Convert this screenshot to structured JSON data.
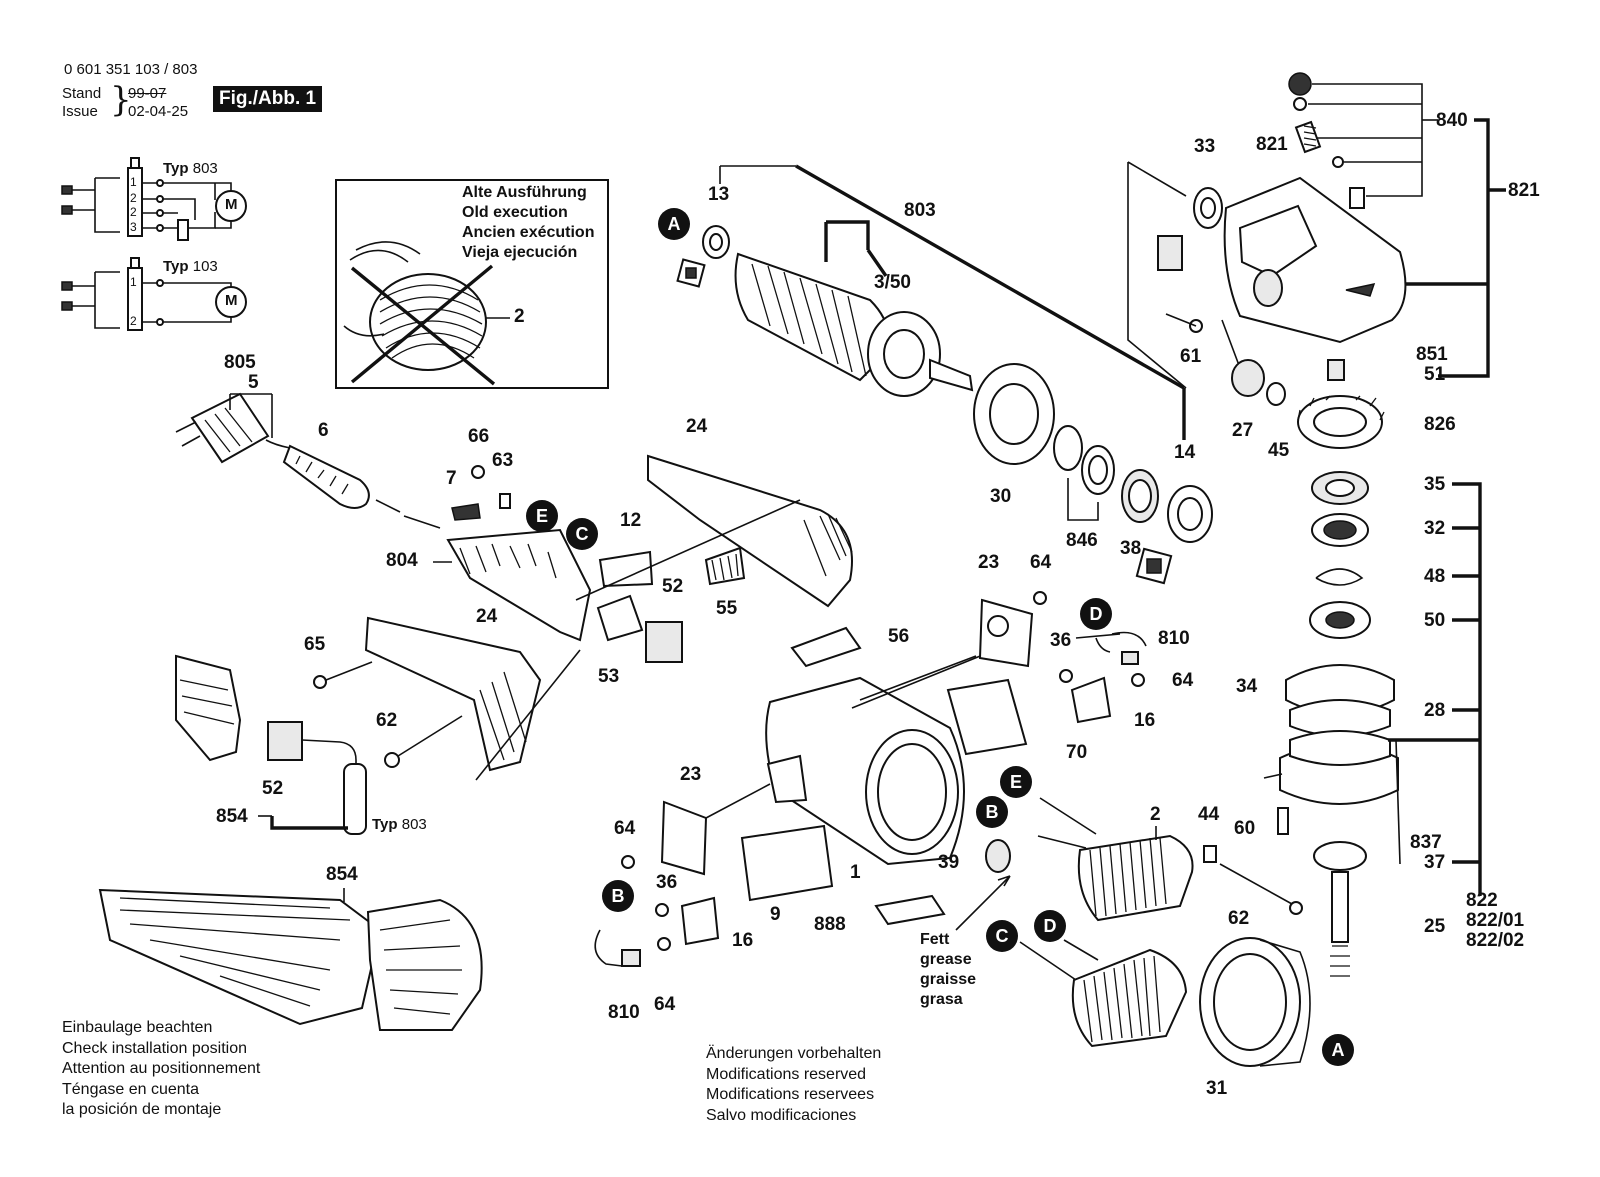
{
  "header": {
    "part_number": "0 601 351 103 / 803",
    "stand_label": "Stand",
    "stand_value": "99-07",
    "issue_label": "Issue",
    "issue_value": "02-04-25",
    "figure_label": "Fig./Abb. 1"
  },
  "wiring": {
    "typ_label": "Typ",
    "top_type": "803",
    "bottom_type": "103",
    "motor_symbol": "M",
    "top_pins": [
      "1",
      "2",
      "2",
      "3"
    ],
    "bottom_pins": [
      "1",
      "2"
    ]
  },
  "inset": {
    "lines": [
      "Alte Ausführung",
      "Old execution",
      "Ancien exécution",
      "Vieja ejecución"
    ],
    "part": "2"
  },
  "callouts": [
    "A",
    "B",
    "C",
    "D",
    "E"
  ],
  "labels": {
    "p805": "805",
    "p5": "5",
    "p6": "6",
    "p66": "66",
    "p63": "63",
    "p7": "7",
    "p24a": "24",
    "p24b": "24",
    "p12": "12",
    "p804": "804",
    "p52a": "52",
    "p55": "55",
    "p53": "53",
    "p65": "65",
    "p62a": "62",
    "p52b": "52",
    "p854a": "854",
    "p854b": "854",
    "p13": "13",
    "p803": "803",
    "p3_50": "3/50",
    "p30": "30",
    "p846": "846",
    "p38": "38",
    "p14": "14",
    "p33": "33",
    "p821a": "821",
    "p840": "840",
    "p821b": "821",
    "p61": "61",
    "p27": "27",
    "p45": "45",
    "p851": "851",
    "p51": "51",
    "p826": "826",
    "p35": "35",
    "p32": "32",
    "p48": "48",
    "p50": "50",
    "p34": "34",
    "p28": "28",
    "p60": "60",
    "p837": "837",
    "p37": "37",
    "p822": "822",
    "p822_01": "822/01",
    "p822_02": "822/02",
    "p25": "25",
    "p23a": "23",
    "p64a": "64",
    "p810a": "810",
    "p36a": "36",
    "p64b": "64",
    "p16a": "16",
    "p56": "56",
    "p70": "70",
    "p23b": "23",
    "p64c": "64",
    "p36b": "36",
    "p16b": "16",
    "p810b": "810",
    "p64d": "64",
    "p1": "1",
    "p9": "9",
    "p888": "888",
    "p39": "39",
    "p2": "2",
    "p44": "44",
    "p62b": "62",
    "p31": "31"
  },
  "typ_note": {
    "label": "Typ",
    "value": "803"
  },
  "grease_note": [
    "Fett",
    "grease",
    "graisse",
    "grasa"
  ],
  "installation_note": [
    "Einbaulage beachten",
    "Check installation position",
    "Attention au positionnement",
    "Téngase en cuenta",
    "la posición de montaje"
  ],
  "modifications_note": [
    "Änderungen vorbehalten",
    "Modifications reserved",
    "Modifications reservees",
    "Salvo modificaciones"
  ]
}
